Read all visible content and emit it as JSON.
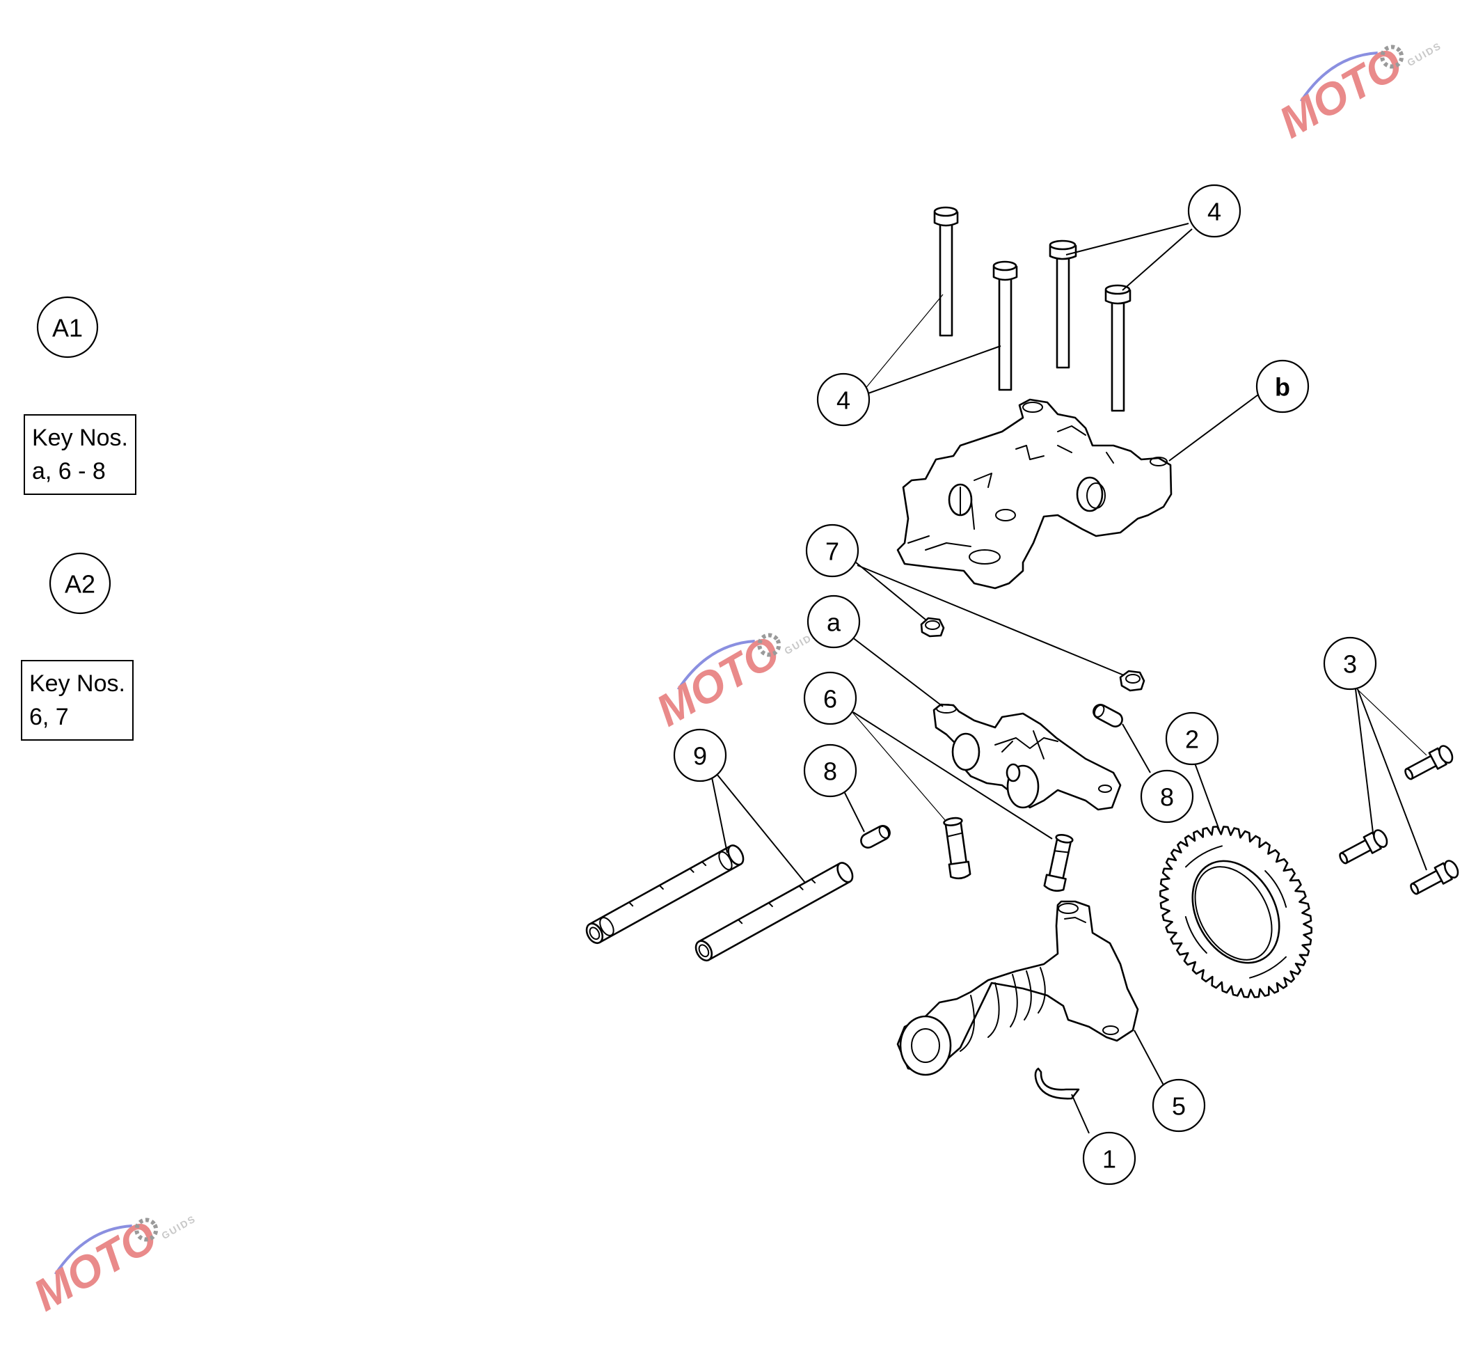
{
  "assembly_labels": [
    {
      "id": "A1",
      "label": "A1"
    },
    {
      "id": "A2",
      "label": "A2"
    }
  ],
  "key_boxes": [
    {
      "for": "A1",
      "line1": "Key Nos.",
      "line2": "a, 6 - 8"
    },
    {
      "for": "A2",
      "line1": "Key Nos.",
      "line2": "6, 7"
    }
  ],
  "callouts": {
    "c1": "1",
    "c2": "2",
    "c3": "3",
    "c4_top": "4",
    "c4_left": "4",
    "c5": "5",
    "c6": "6",
    "c7": "7",
    "c8_left": "8",
    "c8_right": "8",
    "c9": "9",
    "ca": "a",
    "cb": "b"
  },
  "watermark": {
    "logo_text": "MOTO",
    "sub_text": "GUIDS",
    "colors": {
      "logo": "#e98a8a",
      "swoosh": "#8a8fe0",
      "gear": "#9a9a9a"
    }
  },
  "parts": [
    "circlip",
    "cam-gear",
    "gear-bolts",
    "long-bolts",
    "camshaft",
    "pivot-pins",
    "nuts",
    "dowels",
    "rocker-shafts",
    "rocker-arm",
    "cam-carrier"
  ]
}
